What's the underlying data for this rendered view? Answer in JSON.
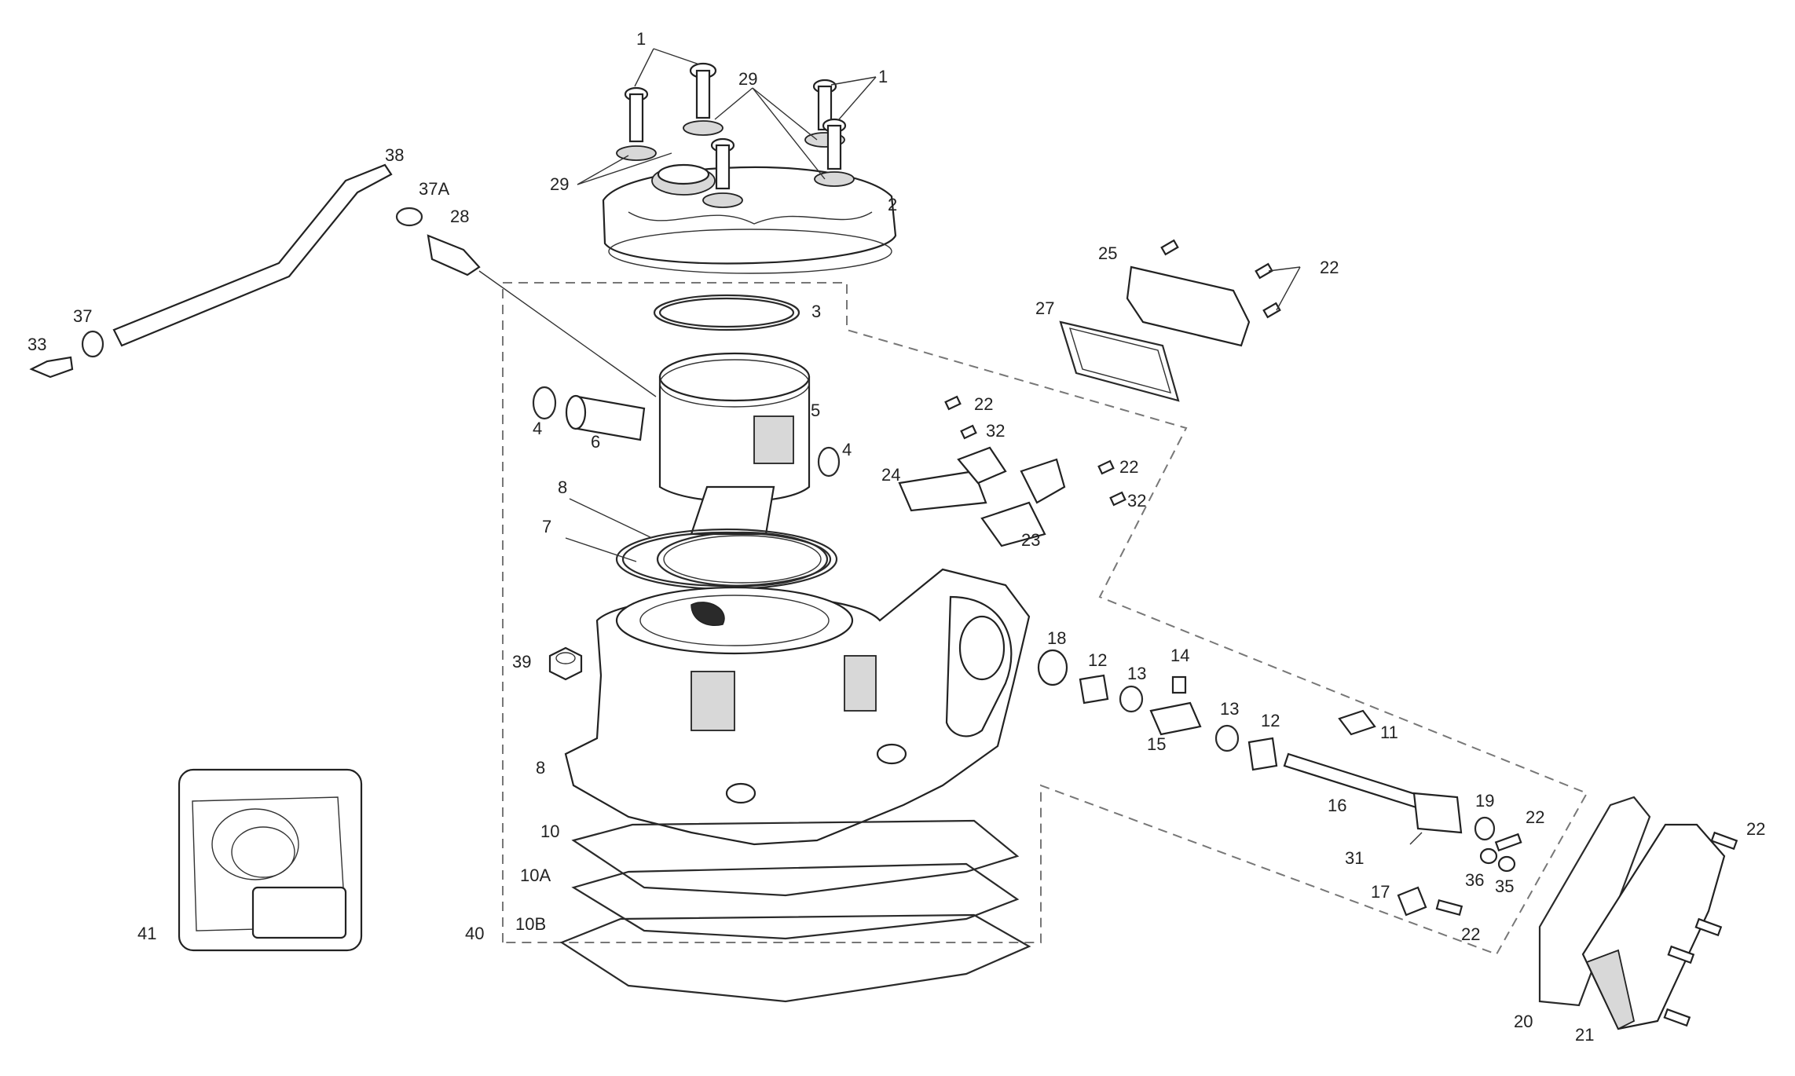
{
  "labels": {
    "l1a": "1",
    "l1b": "1",
    "l29a": "29",
    "l29b": "29",
    "l2": "2",
    "l3": "3",
    "l4a": "4",
    "l4b": "4",
    "l5": "5",
    "l6": "6",
    "l7": "7",
    "l8a": "8",
    "l8b": "8",
    "l10": "10",
    "l10A": "10A",
    "l10B": "10B",
    "l11": "11",
    "l12a": "12",
    "l12b": "12",
    "l13a": "13",
    "l13b": "13",
    "l14": "14",
    "l15": "15",
    "l16": "16",
    "l17": "17",
    "l18": "18",
    "l19": "19",
    "l20": "20",
    "l21": "21",
    "l22a": "22",
    "l22b": "22",
    "l22c": "22",
    "l22d": "22",
    "l22e": "22",
    "l22f": "22",
    "l23": "23",
    "l24": "24",
    "l25": "25",
    "l27": "27",
    "l28": "28",
    "l31": "31",
    "l32a": "32",
    "l32b": "32",
    "l33": "33",
    "l35": "35",
    "l36": "36",
    "l37": "37",
    "l37A": "37A",
    "l38": "38",
    "l39": "39",
    "l40": "40",
    "l41": "41"
  }
}
